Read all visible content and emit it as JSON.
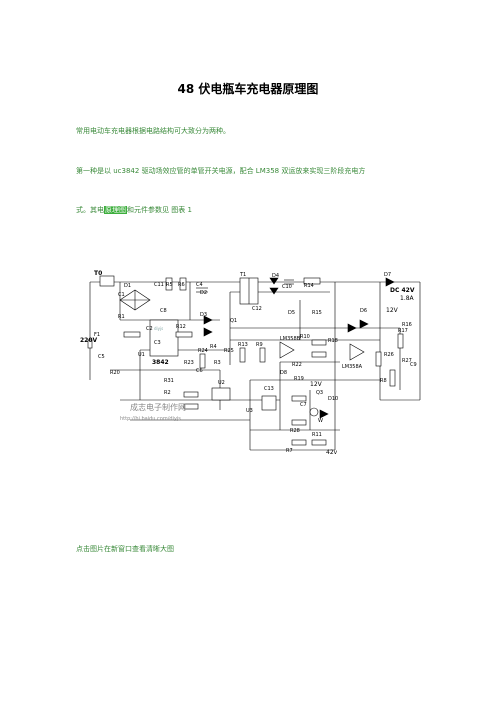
{
  "doc": {
    "title": "48 伏电瓶车充电器原理图",
    "para1": "常用电动车充电器根据电路结构可大致分为两种。",
    "para2": {
      "t1": "第一种是以 ",
      "c1": "uc3842",
      "t2": " 驱动场效应管的单管开关电源，配合 ",
      "c2": "LM358",
      "t3": " 双运放来实现三阶段充电方"
    },
    "para3": {
      "t1": "式。其电",
      "highlight": "原理图",
      "t2": "和元件参数见 图表 ",
      "c1": "1"
    },
    "caption": "点击图片在新窗口查看清晰大图"
  },
  "schematic": {
    "labels": {
      "T0": "T0",
      "D1": "D1",
      "C11": "C11",
      "R5": "R5",
      "R6": "R6",
      "C4": "C4",
      "T1": "T1",
      "D4": "D4",
      "C10": "C10",
      "R14": "R14",
      "D7": "D7",
      "DC": "DC 42V",
      "A": "1.8A",
      "C1": "C1",
      "R1": "R1",
      "D2": "D2",
      "D3": "D3",
      "C8": "C8",
      "R12": "R12",
      "C12": "C12",
      "D5": "D5",
      "R15": "R15",
      "D6": "D6",
      "V12": "12V",
      "R16": "R16",
      "F1": "F1",
      "V220": "220V",
      "C3": "C3",
      "C2": "C2",
      "R24": "R24",
      "Q1": "Q1",
      "R13": "R13",
      "C5": "C5",
      "R17": "R17",
      "R4": "R4",
      "R25": "R25",
      "R9": "R9",
      "R10": "R10",
      "LM358B": "LM358B",
      "R18": "R18",
      "R26": "R26",
      "C9": "C9",
      "U1": "U1",
      "IC3842": "3842",
      "R23": "R23",
      "R3": "R3",
      "R22": "R22",
      "LM358A": "LM358A",
      "R27": "R27",
      "R20": "R20",
      "C6": "C6",
      "D8": "D8",
      "R31": "R31",
      "U2": "U2",
      "R2": "R2",
      "C13": "C13",
      "R19": "R19",
      "V12b": "12V",
      "R8": "R8",
      "Q3": "Q3",
      "D10": "D10",
      "U3": "U3",
      "C7": "C7",
      "W": "W",
      "R28": "R28",
      "R11": "R11",
      "R7": "R7",
      "V42": "42v",
      "wm1": "成志电子制作网",
      "wm2": "http://hi.baidu.com/diyjs",
      "chip": "diyjs"
    }
  }
}
